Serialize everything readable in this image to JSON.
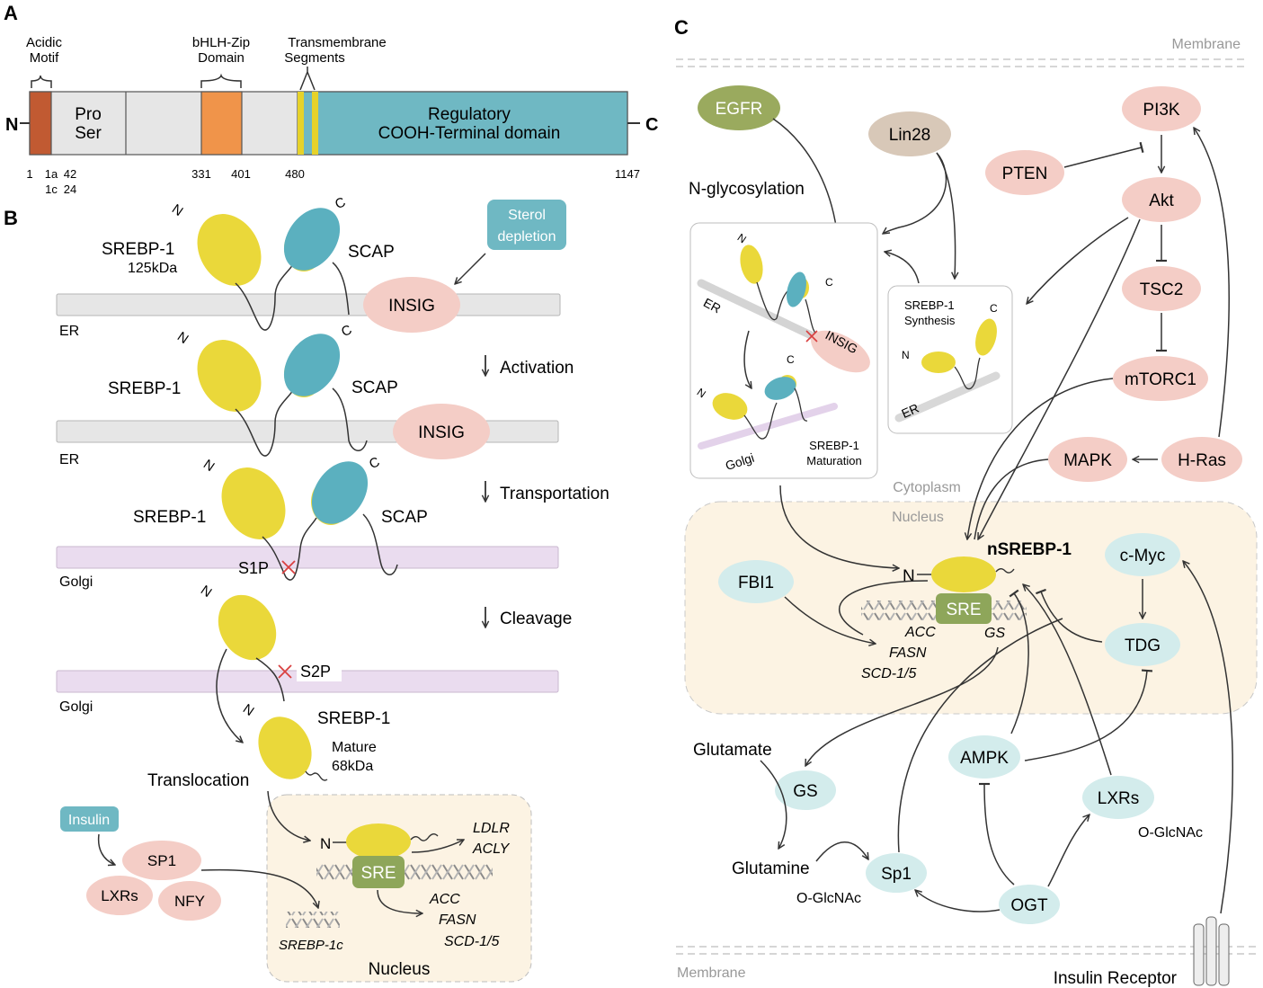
{
  "panels": {
    "a": "A",
    "b": "B",
    "c": "C"
  },
  "colors": {
    "acidic": "#c15a32",
    "proser": "#e6e6e6",
    "bhlh": "#f0944a",
    "tm": "#e6d22a",
    "regulatory": "#6fb8c3",
    "yellow": "#ead83a",
    "teal": "#5bb0bf",
    "pink": "#f4cdc6",
    "lightTeal": "#d3ecec",
    "olive": "#9aaa5e",
    "tan": "#d8c8b8",
    "nucleusBg": "#fcf3e3",
    "erBar": "#e6e6e6",
    "golgiBar": "#eadcef",
    "sre": "#8ea65a"
  },
  "panelA": {
    "nLabel": "N",
    "cLabel": "C",
    "acidicLabel": [
      "Acidic",
      "Motif"
    ],
    "bhlhLabel": [
      "bHLH-Zip",
      "Domain"
    ],
    "tmLabel": [
      "Transmembrane",
      "Segments"
    ],
    "proSer": [
      "Pro",
      "Ser"
    ],
    "regulatory": [
      "Regulatory",
      "COOH-Terminal domain"
    ],
    "ticks": {
      "t1": "1",
      "t1a": "1a",
      "t42": "42",
      "t1c": "1c",
      "t24": "24",
      "t331": "331",
      "t401": "401",
      "t480": "480",
      "t1147": "1147"
    }
  },
  "panelB": {
    "srebp1": "SREBP-1",
    "kda125": "125kDa",
    "scap": "SCAP",
    "insig": "INSIG",
    "sterol": [
      "Sterol",
      "depletion"
    ],
    "er": "ER",
    "golgi": "Golgi",
    "activation": "Activation",
    "transportation": "Transportation",
    "cleavage": "Cleavage",
    "s1p": "S1P",
    "s2p": "S2P",
    "mature": [
      "Mature",
      "68kDa"
    ],
    "translocation": "Translocation",
    "insulin": "Insulin",
    "sp1": "SP1",
    "lxrs": "LXRs",
    "nfy": "NFY",
    "srebp1c": "SREBP-1c",
    "sre": "SRE",
    "nucleus": "Nucleus",
    "genesTop": [
      "LDLR",
      "ACLY"
    ],
    "genesBottom": [
      "ACC",
      "FASN",
      "SCD-1/5"
    ],
    "nLetter": "N",
    "cLetter": "C"
  },
  "panelC": {
    "membrane": "Membrane",
    "cytoplasm": "Cytoplasm",
    "nucleus": "Nucleus",
    "egfr": "EGFR",
    "lin28": "Lin28",
    "pi3k": "PI3K",
    "pten": "PTEN",
    "akt": "Akt",
    "tsc2": "TSC2",
    "mtorc1": "mTORC1",
    "mapk": "MAPK",
    "hras": "H-Ras",
    "nglyco": "N-glycosylation",
    "srebpSynth": [
      "SREBP-1",
      "Synthesis"
    ],
    "srebpMat": [
      "SREBP-1",
      "Maturation"
    ],
    "er": "ER",
    "golgi": "Golgi",
    "insig": "INSIG",
    "nsrebp": "nSREBP-1",
    "fbi1": "FBI1",
    "cmyc": "c-Myc",
    "tdg": "TDG",
    "sre": "SRE",
    "acc": "ACC",
    "fasn": "FASN",
    "scd": "SCD-1/5",
    "gs": "GS",
    "glutamate": "Glutamate",
    "glutamine": "Glutamine",
    "ampk": "AMPK",
    "lxrs": "LXRs",
    "oglcnac": "O-GlcNAc",
    "sp1": "Sp1",
    "ogt": "OGT",
    "insulinReceptor": "Insulin Receptor",
    "nLetter": "N",
    "cLetter": "C"
  }
}
